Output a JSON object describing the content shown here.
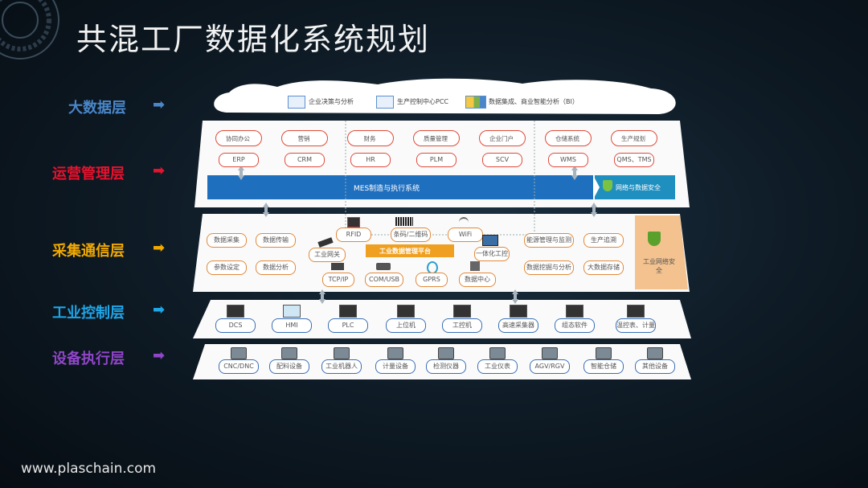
{
  "title": "共混工厂数据化系统规划",
  "website": "www.plaschain.com",
  "colors": {
    "bigdata": "#4a86c8",
    "operations": "#e8112d",
    "collection": "#f2a900",
    "control": "#1fa6e8",
    "equipment": "#8f46c8",
    "bar_blue": "#1f6fbf",
    "pill_border": "#e0893a"
  },
  "layers": [
    {
      "label": "大数据层",
      "arrow": "➡"
    },
    {
      "label": "运营管理层",
      "arrow": "➡"
    },
    {
      "label": "采集通信层",
      "arrow": "➡"
    },
    {
      "label": "工业控制层",
      "arrow": "➡"
    },
    {
      "label": "设备执行层",
      "arrow": "➡"
    }
  ],
  "bigdata": {
    "items": [
      "企业决策与分析",
      "生产控制中心PCC",
      "数据集成、商业智能分析（BI）"
    ]
  },
  "operations": {
    "clouds": [
      "协同办公",
      "营销",
      "财务",
      "质量管理",
      "企业门户",
      "仓储系统",
      "生产规划"
    ],
    "systems": [
      "ERP",
      "CRM",
      "HR",
      "PLM",
      "SCV",
      "WMS",
      "QMS、TMS"
    ],
    "mes_bar": "MES制造与执行系统",
    "security": "网络与数据安全"
  },
  "collection": {
    "left_pills": [
      "数据采集",
      "数据传输",
      "参数设定",
      "数据分析"
    ],
    "devices": [
      "RFID",
      "条码/二维码",
      "WiFi",
      "工业网关",
      "一体化工控",
      "TCP/IP",
      "COM/USB",
      "GPRS",
      "数据中心"
    ],
    "platform": "工业数据管理平台",
    "right_pills": [
      "能源管理与监测",
      "生产追溯",
      "数据挖掘与分析",
      "大数据存储"
    ],
    "security": "工业网络安全"
  },
  "control": {
    "items": [
      "DCS",
      "HMI",
      "PLC",
      "上位机",
      "工控机",
      "高速采集器",
      "组态软件",
      "温控表、计量器"
    ]
  },
  "equipment": {
    "items": [
      "CNC/DNC",
      "配料设备",
      "工业机器人",
      "计量设备",
      "检测仪器",
      "工业仪表",
      "AGV/RGV",
      "智能仓储",
      "其他设备"
    ]
  }
}
